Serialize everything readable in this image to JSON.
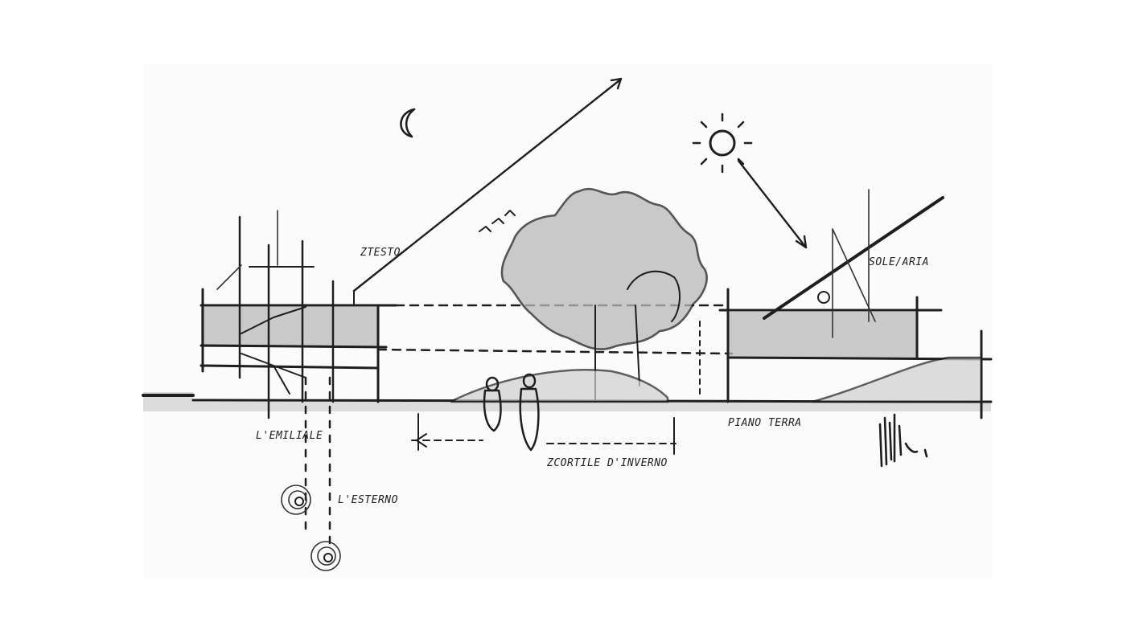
{
  "sketch": {
    "labels": {
      "left_top": "ZTESTO",
      "right_top": "SOLE/ARIA",
      "ground_left": "L'EMILIALE",
      "ground_right": "PIANO TERRA",
      "core_label": "L'ESTERNO",
      "center_dim": "ZCORTILE D'INVERNO"
    },
    "icons": [
      "moon-icon",
      "sun-icon",
      "tree-icon",
      "person-icon",
      "signature-mark",
      "spiral-icon"
    ],
    "colors": {
      "ink": "#1e1e1e",
      "shade": "#b9b9b9",
      "paper": "#ffffff"
    }
  }
}
